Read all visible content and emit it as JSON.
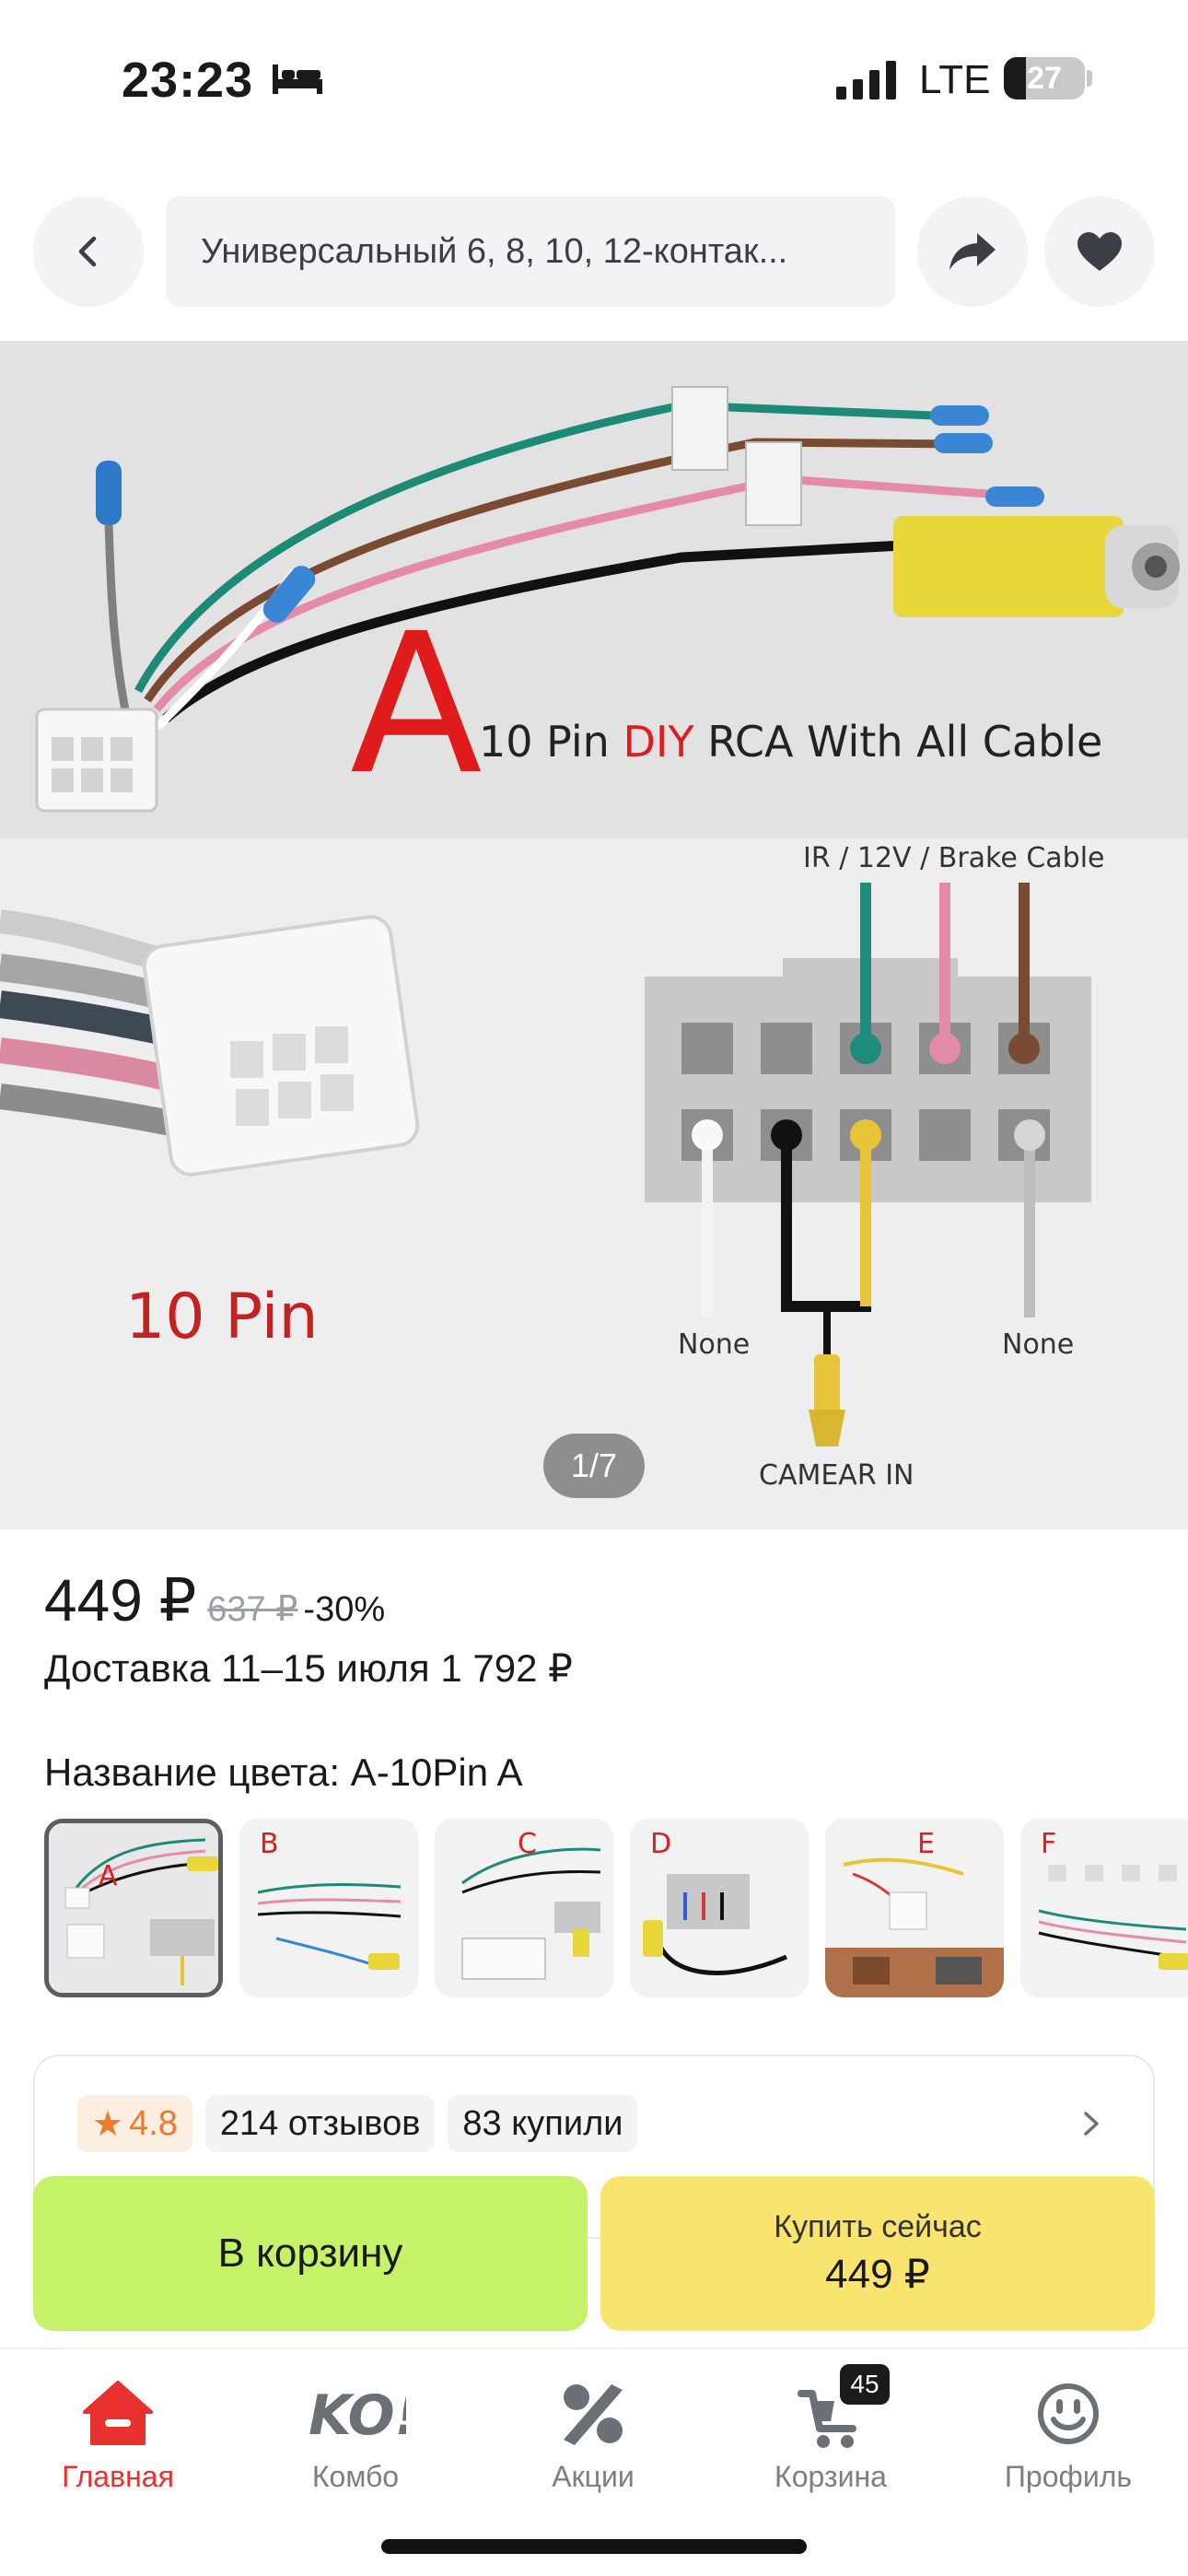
{
  "status": {
    "time": "23:23",
    "network": "LTE",
    "battery": "27",
    "battery_level": 0.27
  },
  "header": {
    "title": "Универсальный 6, 8, 10, 12-контак..."
  },
  "gallery": {
    "pager": "1/7",
    "image_text": {
      "letter": "A",
      "caption_pre": "10 Pin ",
      "caption_diy": "DIY",
      "caption_post": " RCA With All Cable",
      "pin_label": "10 Pin",
      "ir_label": "IR / 12V / Brake Cable",
      "none_left": "None",
      "none_right": "None",
      "camera_label": "CAMEAR IN"
    }
  },
  "price": {
    "current": "449 ₽",
    "old": "637 ₽",
    "discount": "-30%"
  },
  "delivery": "Доставка 11–15 июля 1 792 ₽",
  "color": {
    "label": "Название цвета: A-10Pin A",
    "thumbs": [
      "A",
      "B",
      "C",
      "D",
      "E",
      "F"
    ]
  },
  "rating": {
    "score": "4.8",
    "reviews": "214 отзывов",
    "bought": "83 купили"
  },
  "actions": {
    "cart_label": "В корзину",
    "buy_label": "Купить сейчас",
    "buy_price": "449 ₽"
  },
  "tabbar": {
    "items": [
      {
        "label": "Главная",
        "icon": "home-icon"
      },
      {
        "label": "Комбо",
        "icon": "ko-logo-icon"
      },
      {
        "label": "Акции",
        "icon": "percent-icon"
      },
      {
        "label": "Корзина",
        "icon": "cart-icon",
        "badge": "45"
      },
      {
        "label": "Профиль",
        "icon": "smile-icon"
      }
    ]
  },
  "colors": {
    "accent_red": "#e8302f",
    "cart_button": "#c6f26a",
    "buy_button": "#f8e46e",
    "rating_orange": "#f07a2a"
  }
}
